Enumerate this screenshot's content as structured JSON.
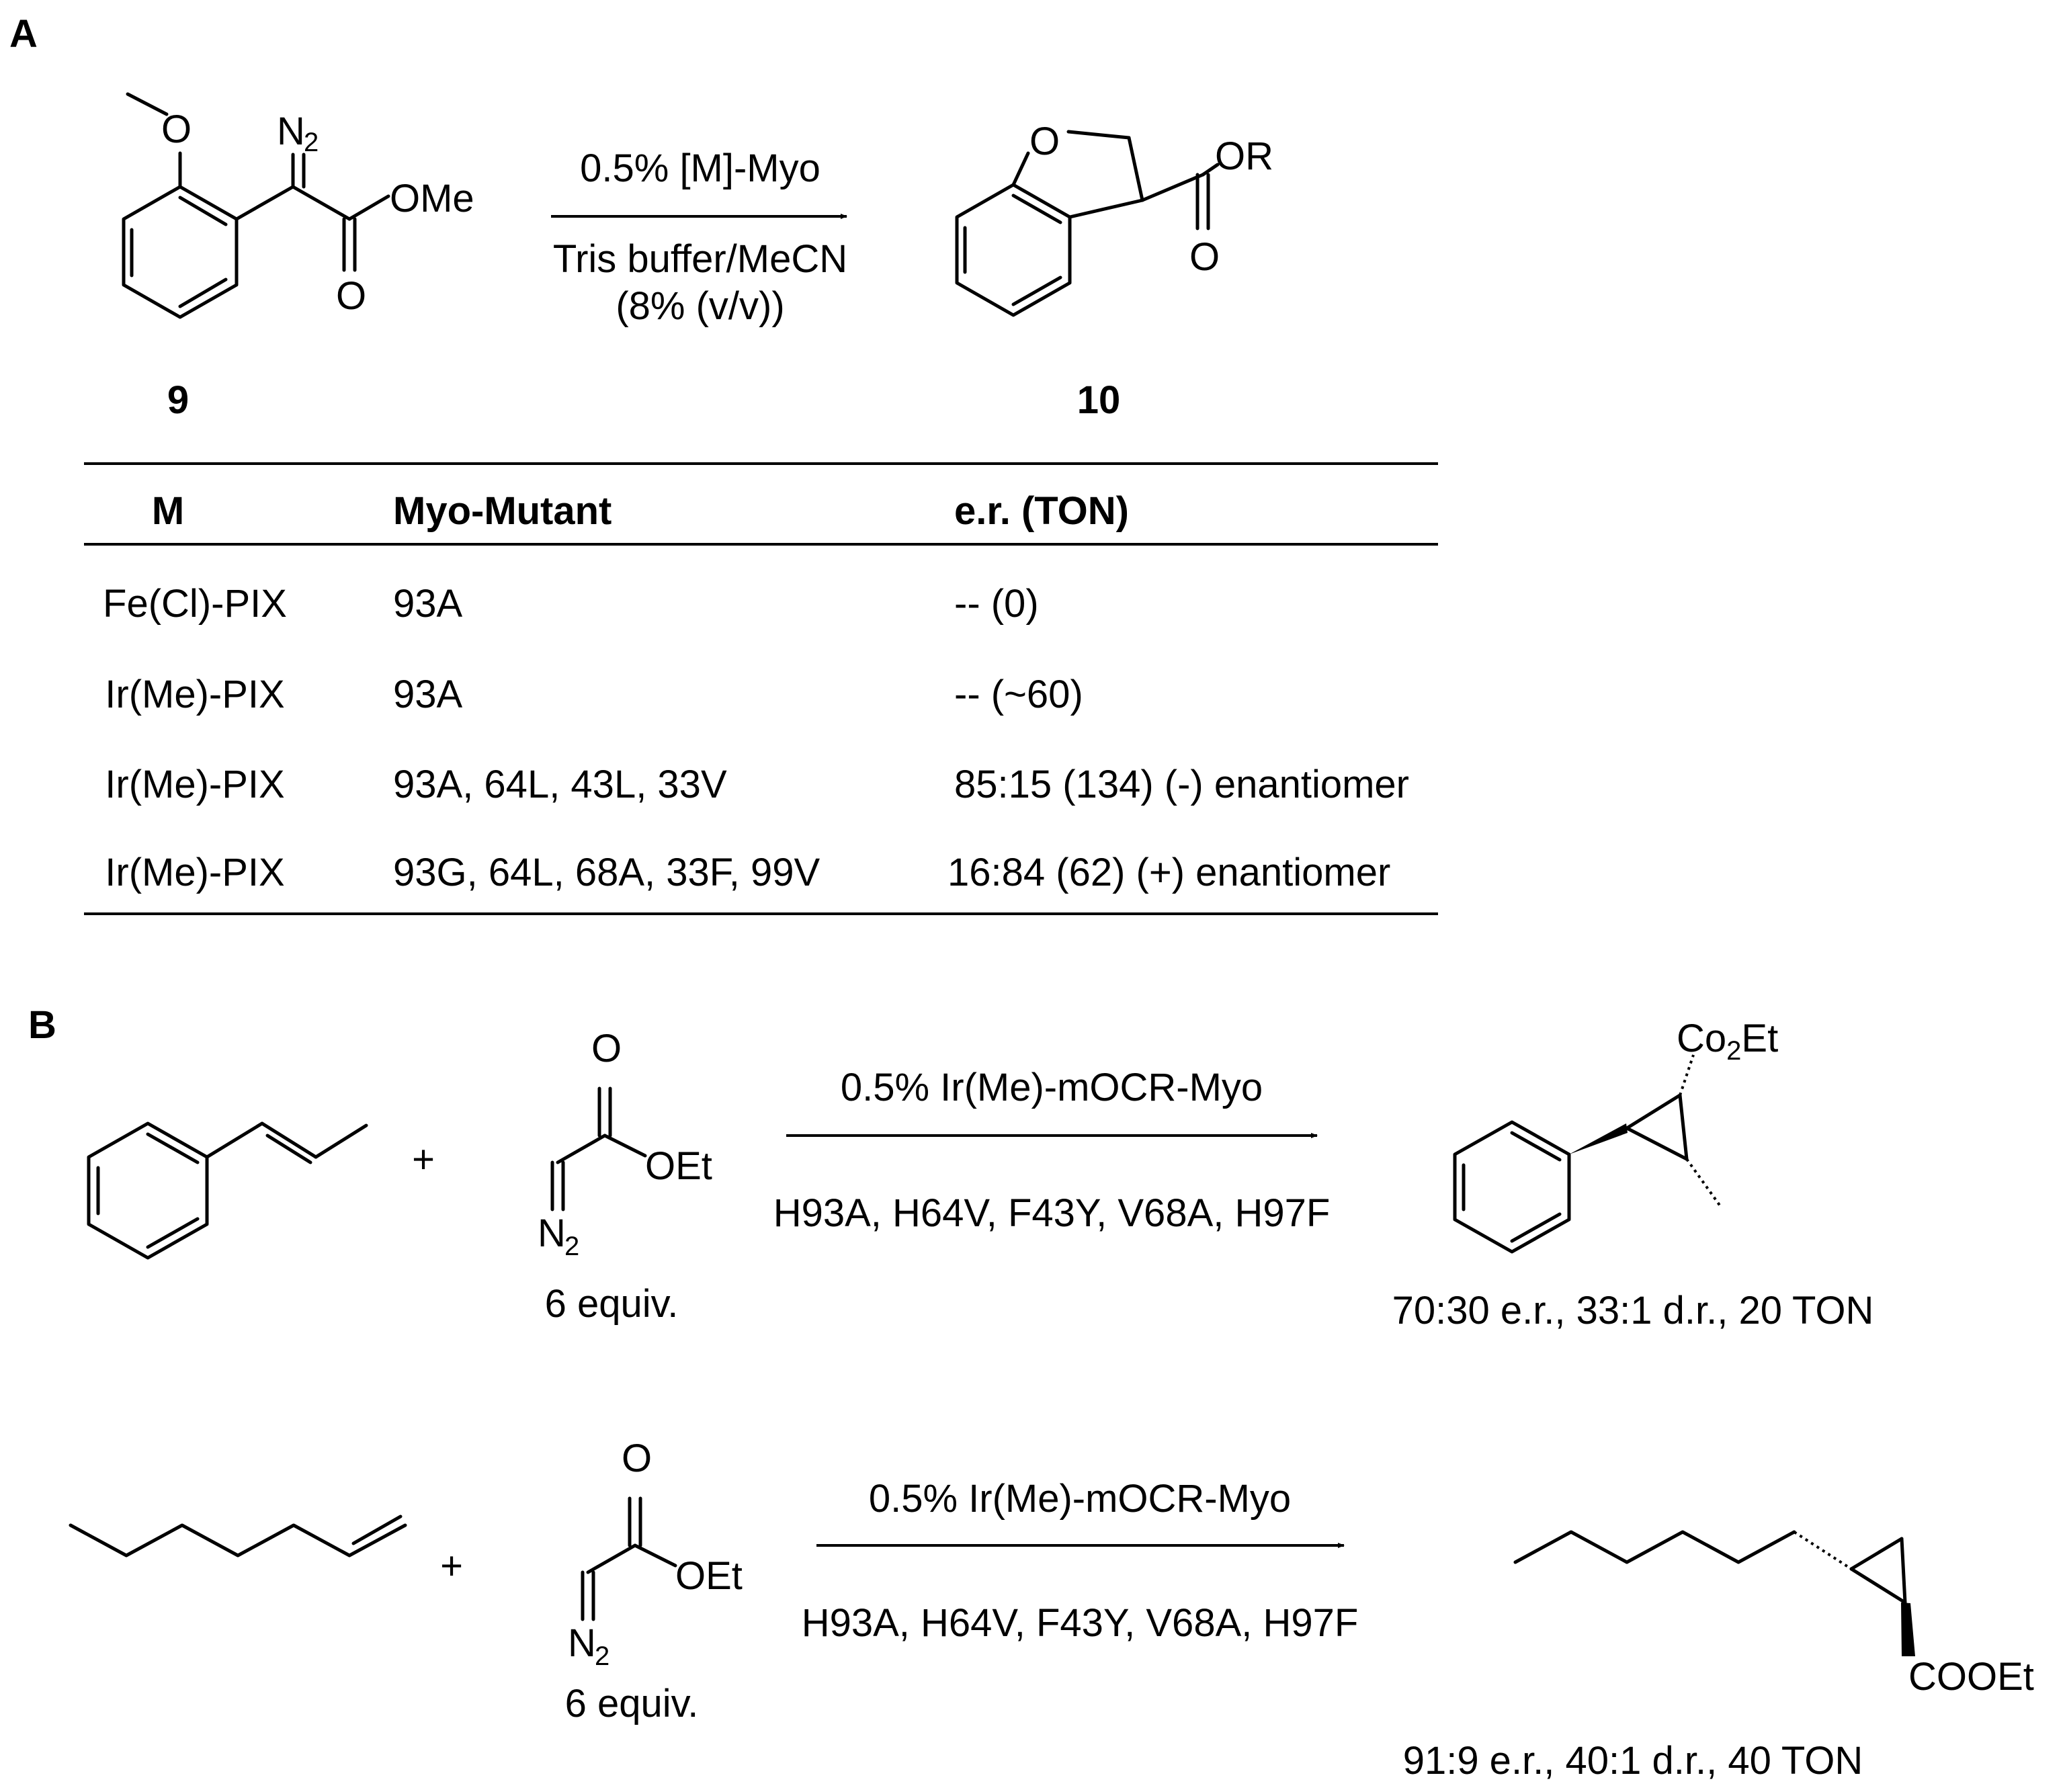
{
  "panel_a": {
    "label": "A",
    "compound_9": "9",
    "compound_10": "10",
    "atoms_9": {
      "o_methoxy": "O",
      "n2": "N",
      "n2_sub": "2",
      "ome": "OMe",
      "o_carbonyl": "O"
    },
    "atoms_10": {
      "o_ring": "O",
      "or": "OR",
      "o_carbonyl": "O"
    },
    "conditions_above": "0.5% [M]-Myo",
    "conditions_below_1": "Tris buffer/MeCN",
    "conditions_below_2": "(8% (v/v))",
    "table": {
      "headers": [
        "M",
        "Myo-Mutant",
        "e.r. (TON)"
      ],
      "rows": [
        [
          "Fe(Cl)-PIX",
          "93A",
          "-- (0)"
        ],
        [
          "Ir(Me)-PIX",
          "93A",
          "-- (~60)"
        ],
        [
          "Ir(Me)-PIX",
          "93A, 64L, 43L, 33V",
          "85:15 (134) (-) enantiomer"
        ],
        [
          "Ir(Me)-PIX",
          "93G, 64L, 68A, 33F, 99V",
          "16:84 (62) (+) enantiomer"
        ]
      ]
    }
  },
  "panel_b": {
    "label": "B",
    "reaction_1": {
      "plus": "+",
      "diazo": {
        "o": "O",
        "oet": "OEt",
        "n": "N",
        "n_sub": "2"
      },
      "equiv": "6 equiv.",
      "conditions_above": "0.5% Ir(Me)-mOCR-Myo",
      "conditions_below": "H93A, H64V, F43Y, V68A, H97F",
      "product_group": "Co",
      "product_group_sub": "2",
      "product_group_rest": "Et",
      "result": "70:30 e.r., 33:1 d.r., 20 TON"
    },
    "reaction_2": {
      "plus": "+",
      "diazo": {
        "o": "O",
        "oet": "OEt",
        "n": "N",
        "n_sub": "2"
      },
      "equiv": "6 equiv.",
      "conditions_above": "0.5% Ir(Me)-mOCR-Myo",
      "conditions_below": "H93A, H64V, F43Y, V68A, H97F",
      "product_group": "COOEt",
      "result": "91:9 e.r., 40:1 d.r., 40 TON"
    }
  }
}
